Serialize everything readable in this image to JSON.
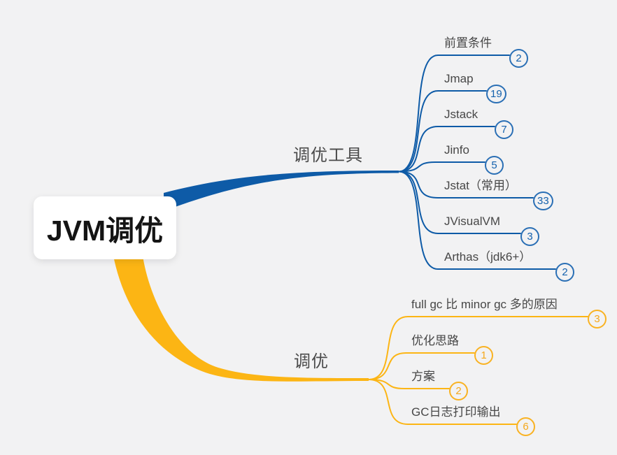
{
  "root": {
    "label": "JVM调优"
  },
  "branches": [
    {
      "label": "调优工具",
      "color": "#0e5ba7",
      "children": [
        {
          "label": "前置条件",
          "count": "2"
        },
        {
          "label": "Jmap",
          "count": "19"
        },
        {
          "label": "Jstack",
          "count": "7"
        },
        {
          "label": "Jinfo",
          "count": "5"
        },
        {
          "label": "Jstat（常用）",
          "count": "33"
        },
        {
          "label": "JVisualVM",
          "count": "3"
        },
        {
          "label": "Arthas（jdk6+）",
          "count": "2"
        }
      ]
    },
    {
      "label": "调优",
      "color": "#fcb514",
      "children": [
        {
          "label": "full gc 比 minor gc 多的原因",
          "count": "3"
        },
        {
          "label": "优化思路",
          "count": "1"
        },
        {
          "label": "方案",
          "count": "2"
        },
        {
          "label": "GC日志打印输出",
          "count": "6"
        }
      ]
    }
  ],
  "colors": {
    "background": "#f2f2f3",
    "branch_blue": "#0e5ba7",
    "branch_yellow": "#fcb514",
    "topic_text": "#474747",
    "root_text": "#141414"
  }
}
